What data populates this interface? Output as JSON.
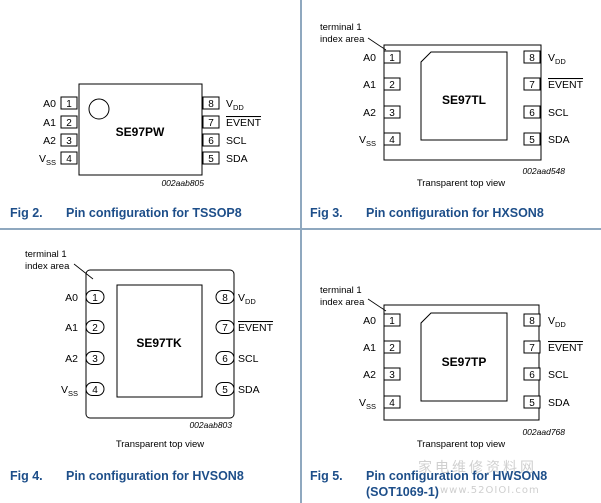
{
  "panels": [
    {
      "id": "fig2",
      "chip_label": "SE97PW",
      "drawing_code": "002aab805",
      "view_note": "",
      "index_note": [],
      "caption_number": "Fig 2.",
      "caption_text": "Pin configuration for TSSOP8",
      "caption_text2": "",
      "pins_left": [
        {
          "num": "1",
          "main": "A0",
          "sub": ""
        },
        {
          "num": "2",
          "main": "A1",
          "sub": ""
        },
        {
          "num": "3",
          "main": "A2",
          "sub": ""
        },
        {
          "num": "4",
          "main": "V",
          "sub": "SS"
        }
      ],
      "pins_right": [
        {
          "num": "8",
          "main": "V",
          "sub": "DD",
          "overline": false
        },
        {
          "num": "7",
          "main": "EVENT",
          "sub": "",
          "overline": true
        },
        {
          "num": "6",
          "main": "SCL",
          "sub": "",
          "overline": false
        },
        {
          "num": "5",
          "main": "SDA",
          "sub": "",
          "overline": false
        }
      ]
    },
    {
      "id": "fig3",
      "chip_label": "SE97TL",
      "drawing_code": "002aad548",
      "view_note": "Transparent top view",
      "index_note": [
        "terminal 1",
        "index area"
      ],
      "caption_number": "Fig 3.",
      "caption_text": "Pin configuration for HXSON8",
      "caption_text2": "",
      "pins_left": [
        {
          "num": "1",
          "main": "A0",
          "sub": ""
        },
        {
          "num": "2",
          "main": "A1",
          "sub": ""
        },
        {
          "num": "3",
          "main": "A2",
          "sub": ""
        },
        {
          "num": "4",
          "main": "V",
          "sub": "SS"
        }
      ],
      "pins_right": [
        {
          "num": "8",
          "main": "V",
          "sub": "DD",
          "overline": false
        },
        {
          "num": "7",
          "main": "EVENT",
          "sub": "",
          "overline": true
        },
        {
          "num": "6",
          "main": "SCL",
          "sub": "",
          "overline": false
        },
        {
          "num": "5",
          "main": "SDA",
          "sub": "",
          "overline": false
        }
      ]
    },
    {
      "id": "fig4",
      "chip_label": "SE97TK",
      "drawing_code": "002aab803",
      "view_note": "Transparent top view",
      "index_note": [
        "terminal 1",
        "index area"
      ],
      "caption_number": "Fig 4.",
      "caption_text": "Pin configuration for HVSON8",
      "caption_text2": "",
      "pins_left": [
        {
          "num": "1",
          "main": "A0",
          "sub": ""
        },
        {
          "num": "2",
          "main": "A1",
          "sub": ""
        },
        {
          "num": "3",
          "main": "A2",
          "sub": ""
        },
        {
          "num": "4",
          "main": "V",
          "sub": "SS"
        }
      ],
      "pins_right": [
        {
          "num": "8",
          "main": "V",
          "sub": "DD",
          "overline": false
        },
        {
          "num": "7",
          "main": "EVENT",
          "sub": "",
          "overline": true
        },
        {
          "num": "6",
          "main": "SCL",
          "sub": "",
          "overline": false
        },
        {
          "num": "5",
          "main": "SDA",
          "sub": "",
          "overline": false
        }
      ]
    },
    {
      "id": "fig5",
      "chip_label": "SE97TP",
      "drawing_code": "002aad768",
      "view_note": "Transparent top view",
      "index_note": [
        "terminal 1",
        "index area"
      ],
      "caption_number": "Fig 5.",
      "caption_text": "Pin configuration for HWSON8",
      "caption_text2": "(SOT1069-1)",
      "pins_left": [
        {
          "num": "1",
          "main": "A0",
          "sub": ""
        },
        {
          "num": "2",
          "main": "A1",
          "sub": ""
        },
        {
          "num": "3",
          "main": "A2",
          "sub": ""
        },
        {
          "num": "4",
          "main": "V",
          "sub": "SS"
        }
      ],
      "pins_right": [
        {
          "num": "8",
          "main": "V",
          "sub": "DD",
          "overline": false
        },
        {
          "num": "7",
          "main": "EVENT",
          "sub": "",
          "overline": true
        },
        {
          "num": "6",
          "main": "SCL",
          "sub": "",
          "overline": false
        },
        {
          "num": "5",
          "main": "SDA",
          "sub": "",
          "overline": false
        }
      ]
    }
  ],
  "watermark": {
    "text": "家电维修资料网",
    "url": "www.52OIOI.com"
  },
  "colors": {
    "caption": "#1d4e89",
    "divider": "#8fa8bf",
    "line": "#000000"
  }
}
